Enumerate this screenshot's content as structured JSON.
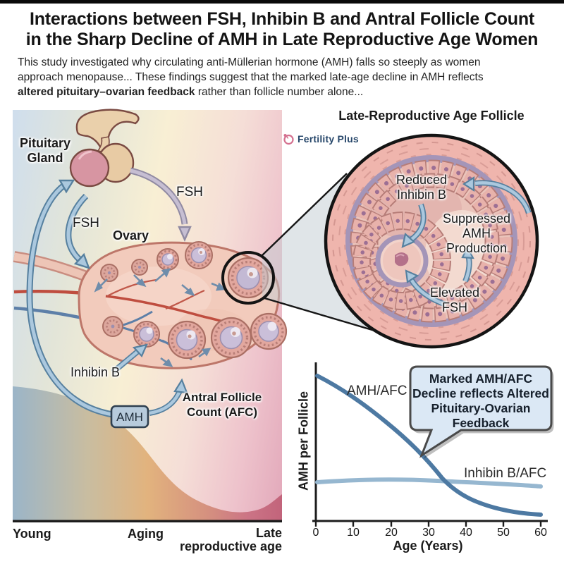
{
  "header": {
    "title_line1": "Interactions between FSH, Inhibin B and Antral Follicle Count",
    "title_line2": "in the Sharp Decline of AMH in Late Reproductive Age Women",
    "subtitle_line1": "This study investigated why circulating anti-Müllerian hormone (AMH) falls so steeply as women",
    "subtitle_line2": "approach menopause... These findings suggest that the marked late-age decline in AMH reflects",
    "subtitle_line3_bold": "altered pituitary–ovarian feedback",
    "subtitle_line3_rest": " rather than follicle number alone..."
  },
  "left_panel": {
    "pituitary_label": "Pituitary\nGland",
    "fsh_left_label": "FSH",
    "fsh_right_label": "FSH",
    "ovary_label": "Ovary",
    "inhibin_b_label": "Inhibin B",
    "amh_box_label": "AMH",
    "afc_label": "Antral Follicle\nCount (AFC)",
    "age_axis": {
      "young": "Young",
      "aging": "Aging",
      "late": "Late\nreproductive age"
    }
  },
  "follicle_panel": {
    "title": "Late-Reproductive Age Follicle",
    "brand": "Fertility Plus",
    "reduced_inhibin_label": "Reduced\nInhibin B",
    "suppressed_amh_label": "Suppressed\nAMH\nProduction",
    "elevated_fsh_label": "Elevated\nFSH"
  },
  "chart_data": {
    "type": "line",
    "xlabel": "Age (Years)",
    "ylabel": "AMH per Follicle",
    "x_ticks": [
      0,
      10,
      20,
      30,
      40,
      50,
      60
    ],
    "xlim": [
      0,
      60
    ],
    "ylim": [
      0,
      1
    ],
    "grid": false,
    "legend_position": "inline-labels",
    "series": [
      {
        "name": "AMH/AFC",
        "color": "#4d79a2",
        "x": [
          0,
          10,
          20,
          30,
          40,
          50,
          60
        ],
        "values": [
          0.93,
          0.8,
          0.62,
          0.4,
          0.17,
          0.08,
          0.04
        ]
      },
      {
        "name": "Inhibin B/AFC",
        "color": "#96b7d0",
        "x": [
          0,
          10,
          20,
          30,
          40,
          50,
          60
        ],
        "values": [
          0.25,
          0.26,
          0.26,
          0.26,
          0.25,
          0.24,
          0.22
        ]
      }
    ],
    "annotation": "Marked AMH/AFC\nDecline reflects Altered\nPituitary-Ovarian\nFeedback"
  },
  "colors": {
    "arrow_blue_fill": "#abc8de",
    "arrow_blue_outline": "#56809f",
    "arrow_gray_fill": "#c6bed2",
    "arrow_gray_outline": "#908aa2",
    "amh_line": "#4d79a2",
    "inhibin_line": "#96b7d0",
    "callout_fill": "#dbe8f5",
    "amh_box_fill": "#b7cbdc",
    "logo_pink": "#d4708f",
    "logo_navy": "#28486b",
    "purple_ring": "#a495b8",
    "follicle_pink": "#efb5ad"
  }
}
